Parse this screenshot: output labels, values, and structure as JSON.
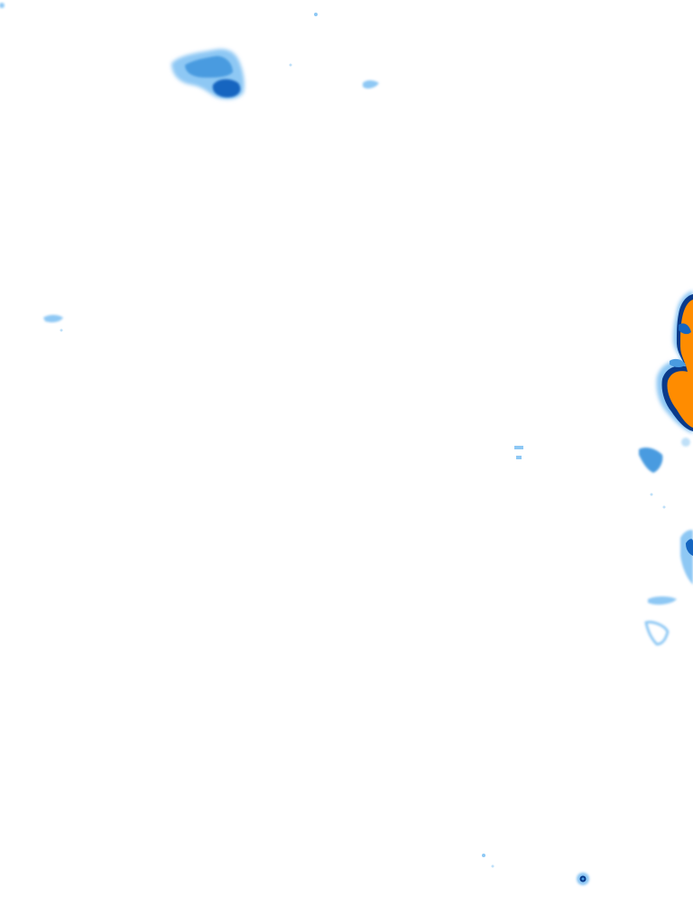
{
  "map": {
    "type": "radar-precipitation-tile",
    "background_color": "#ffffff",
    "palette": {
      "light_blue": "#8ec8f4",
      "mid_blue": "#4a9be0",
      "dark_blue": "#1565c0",
      "navy": "#0a3a8a",
      "orange": "#ff8c00"
    },
    "echo_intensities": [
      "light",
      "moderate",
      "heavy",
      "intense"
    ]
  }
}
